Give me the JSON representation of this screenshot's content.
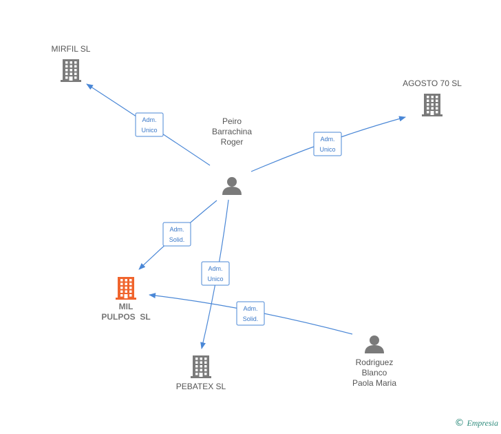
{
  "colors": {
    "edge": "#4a87d6",
    "company": "#7a7a7a",
    "focus_company": "#f0642d",
    "person": "#7a7a7a",
    "brand": "#2b8a7a"
  },
  "nodes": [
    {
      "id": "mirfil",
      "kind": "company",
      "icon": "building-icon",
      "label": [
        "MIRFIL SL"
      ]
    },
    {
      "id": "agosto",
      "kind": "company",
      "icon": "building-icon",
      "label": [
        "AGOSTO 70 SL"
      ]
    },
    {
      "id": "peiro",
      "kind": "person",
      "icon": "person-icon",
      "label": [
        "Peiro",
        "Barrachina",
        "Roger"
      ]
    },
    {
      "id": "mil",
      "kind": "focus",
      "icon": "building-icon",
      "label": [
        "MIL",
        "PULPOS  SL"
      ]
    },
    {
      "id": "pebatex",
      "kind": "company",
      "icon": "building-icon",
      "label": [
        "PEBATEX SL"
      ]
    },
    {
      "id": "rodriguez",
      "kind": "person",
      "icon": "person-icon",
      "label": [
        "Rodriguez",
        "Blanco",
        "Paola Maria"
      ]
    }
  ],
  "edges": [
    {
      "from": "peiro",
      "to": "mirfil",
      "label": [
        "Adm.",
        "Unico"
      ]
    },
    {
      "from": "peiro",
      "to": "agosto",
      "label": [
        "Adm.",
        "Unico"
      ]
    },
    {
      "from": "peiro",
      "to": "mil",
      "label": [
        "Adm.",
        "Solid."
      ]
    },
    {
      "from": "peiro",
      "to": "pebatex",
      "label": [
        "Adm.",
        "Unico"
      ]
    },
    {
      "from": "rodriguez",
      "to": "mil",
      "label": [
        "Adm.",
        "Solid."
      ]
    }
  ],
  "footer": {
    "copyright_symbol": "©",
    "brand": "Empresia"
  }
}
